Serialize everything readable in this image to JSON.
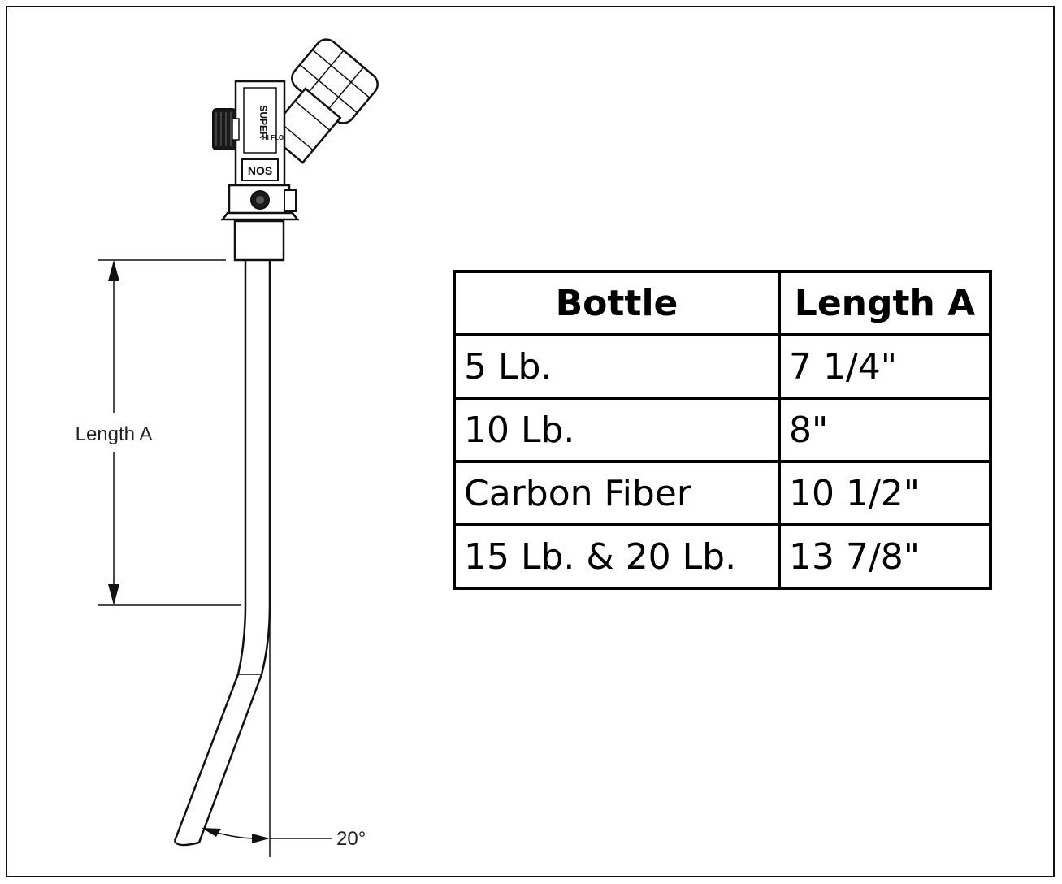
{
  "diagram": {
    "dimension_label": "Length A",
    "angle_label": "20°",
    "valve": {
      "brand_text": "NOS",
      "model_text": "SUPER",
      "flow_text": "HI FLO"
    }
  },
  "table": {
    "headers": [
      "Bottle",
      "Length A"
    ],
    "rows": [
      {
        "bottle": "5 Lb.",
        "length": "7 1/4\""
      },
      {
        "bottle": "10 Lb.",
        "length": "8\""
      },
      {
        "bottle": "Carbon Fiber",
        "length": "10 1/2\""
      },
      {
        "bottle": "15 Lb. & 20 Lb.",
        "length": "13 7/8\""
      }
    ]
  }
}
